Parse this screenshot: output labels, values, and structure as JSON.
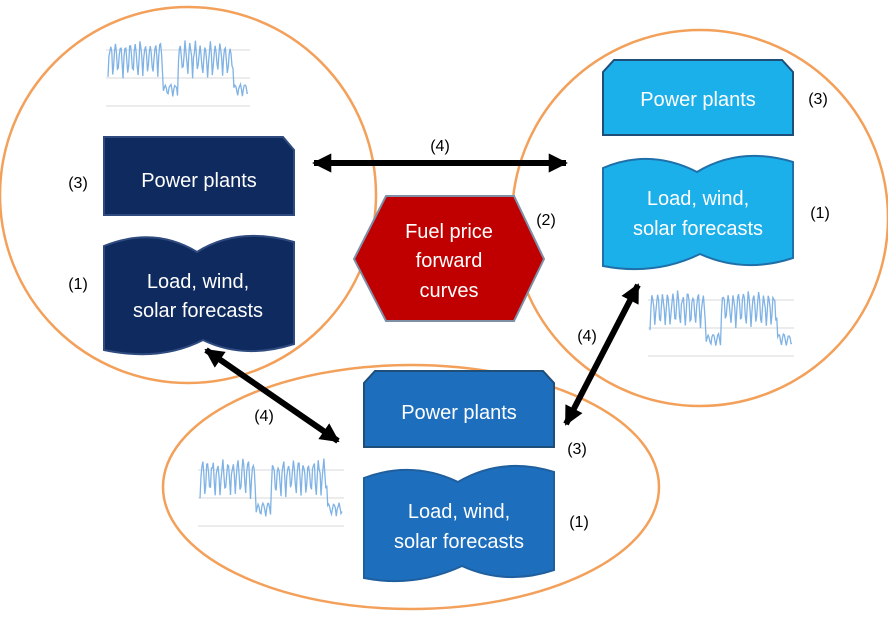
{
  "colors": {
    "circle_outline": "#F3A05A",
    "region_left": "#0E2A5E",
    "region_right": "#1CB0EA",
    "region_bottom": "#1D6FBE",
    "fuel_fill": "#C00000",
    "fuel_stroke": "#7E8FA6",
    "arrow": "#000000",
    "sparkline": "#7FB2E5"
  },
  "regions": {
    "left": {
      "power_plants_label": "Power plants",
      "forecast_line1": "Load, wind,",
      "forecast_line2": "solar forecasts",
      "power_plants_num": "(3)",
      "forecast_num": "(1)"
    },
    "right": {
      "power_plants_label": "Power plants",
      "forecast_line1": "Load, wind,",
      "forecast_line2": "solar forecasts",
      "power_plants_num": "(3)",
      "forecast_num": "(1)"
    },
    "bottom": {
      "power_plants_label": "Power plants",
      "forecast_line1": "Load, wind,",
      "forecast_line2": "solar forecasts",
      "power_plants_num": "(3)",
      "forecast_num": "(1)"
    }
  },
  "fuel_price": {
    "line1": "Fuel price",
    "line2": "forward",
    "line3": "curves",
    "num": "(2)"
  },
  "links": {
    "left_right_num": "(4)",
    "right_bottom_num": "(4)",
    "left_bottom_num": "(4)"
  }
}
